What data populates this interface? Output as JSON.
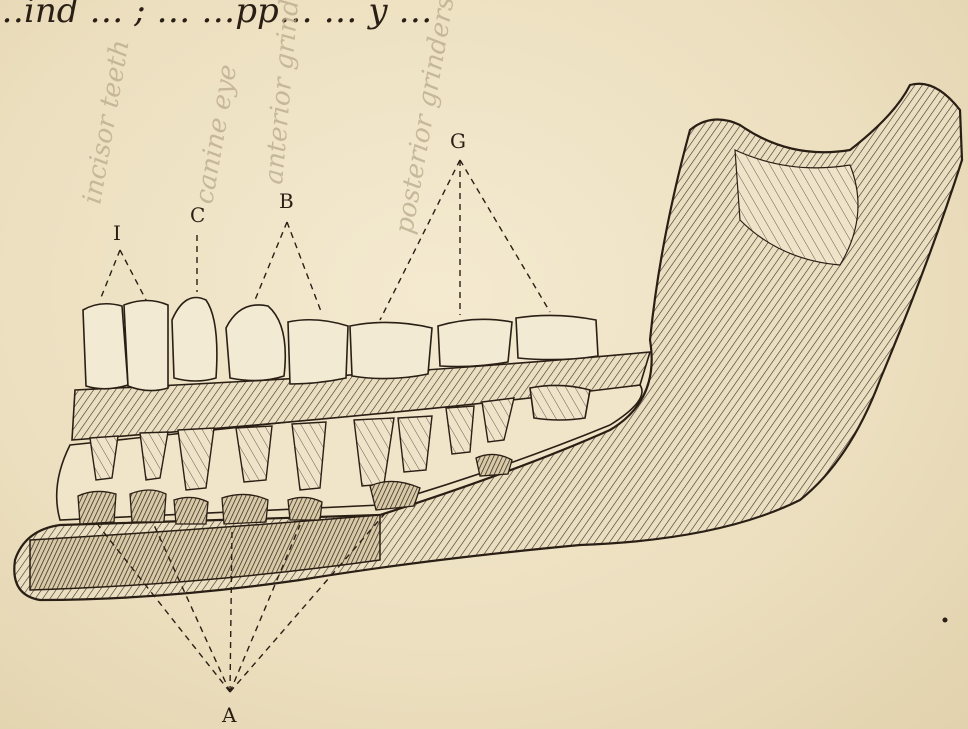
{
  "figure": {
    "top_text_fragment": "…ind … ; … …pp… … y …",
    "labels": {
      "incisors": "I",
      "canine": "C",
      "bicuspids": "B",
      "molars": "G",
      "roots": "A"
    },
    "annotations": [
      "incisor teeth",
      "canine eye",
      "anterior grinders",
      "posterior grinders"
    ]
  },
  "colors": {
    "paper": "#efe3c6",
    "ink": "#2a1f15",
    "pencil": "#b9a98a"
  }
}
